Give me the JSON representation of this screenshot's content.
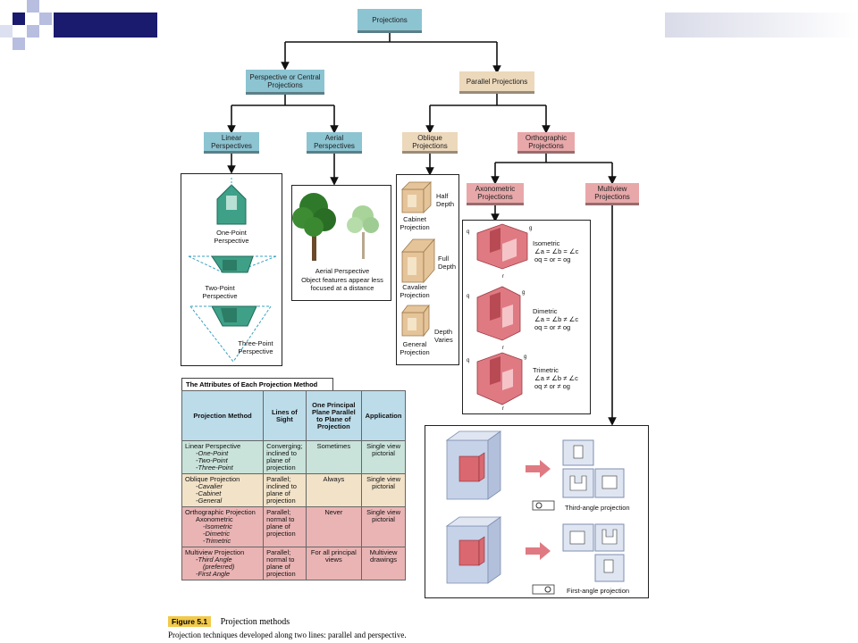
{
  "nodes": {
    "projections": "Projections",
    "perspective_central": "Perspective or Central Projections",
    "parallel": "Parallel Projections",
    "linear": "Linear Perspectives",
    "aerial": "Aerial Perspectives",
    "oblique": "Oblique Projections",
    "orthographic": "Orthographic Projections",
    "axonometric": "Axonometric Projections",
    "multiview": "Multiview Projections"
  },
  "linear_panel": {
    "one_point": "One-Point Perspective",
    "two_point": "Two-Point Perspective",
    "three_point": "Three-Point Perspective"
  },
  "aerial_panel": {
    "title": "Aerial Perspective",
    "desc": "Object features appear less focused at a distance"
  },
  "oblique_panel": {
    "cabinet": "Cabinet Projection",
    "cavalier": "Cavalier Projection",
    "general": "General Projection",
    "half_depth": "Half Depth",
    "full_depth": "Full Depth",
    "depth_varies": "Depth Varies"
  },
  "axonometric_panel": {
    "isometric": "Isometric",
    "isometric_eq1": "∠a = ∠b = ∠c",
    "isometric_eq2": "oq = or = og",
    "dimetric": "Dimetric",
    "dimetric_eq1": "∠a = ∠b ≠ ∠c",
    "dimetric_eq2": "oq = or ≠ og",
    "trimetric": "Trimetric",
    "trimetric_eq1": "∠a ≠ ∠b ≠ ∠c",
    "trimetric_eq2": "oq ≠ or ≠ og"
  },
  "multiview_panel": {
    "third_angle": "Third-angle projection",
    "first_angle": "First-angle projection"
  },
  "table": {
    "title": "The Attributes of Each Projection Method",
    "headers": [
      "Projection Method",
      "Lines of Sight",
      "One Principal Plane Parallel to Plane of Projection",
      "Application"
    ],
    "rows": [
      {
        "method": "Linear Perspective",
        "subs": [
          "-One-Point",
          "-Two-Point",
          "-Three-Point"
        ],
        "sight": "Converging; inclined to plane of projection",
        "plane": "Sometimes",
        "app": "Single view pictorial"
      },
      {
        "method": "Oblique Projection",
        "subs": [
          "-Cavalier",
          "-Cabinet",
          "-General"
        ],
        "sight": "Parallel; inclined to plane of projection",
        "plane": "Always",
        "app": "Single view pictorial"
      },
      {
        "method": "Orthographic Projection",
        "method2": "Axonometric",
        "subs": [
          "-Isometric",
          "-Dimetric",
          "-Trimetric"
        ],
        "sight": "Parallel; normal to plane of projection",
        "plane": "Never",
        "app": "Single view pictorial"
      },
      {
        "method": "Multiview Projection",
        "subs": [
          "-Third Angle",
          "(preferred)",
          "-First Angle"
        ],
        "sight": "Parallel; normal to plane of projection",
        "plane": "For all principal views",
        "app": "Multiview drawings"
      }
    ]
  },
  "caption": {
    "figure": "Figure 5.1",
    "title": "Projection methods",
    "text": "Projection techniques developed along two lines: parallel and perspective."
  },
  "colors": {
    "accent_navy": "#1a1a6e",
    "teal": "#8cc4d2",
    "tan": "#ecd8bb",
    "pink": "#e8a8aa",
    "caption_yellow": "#f2c94c"
  }
}
